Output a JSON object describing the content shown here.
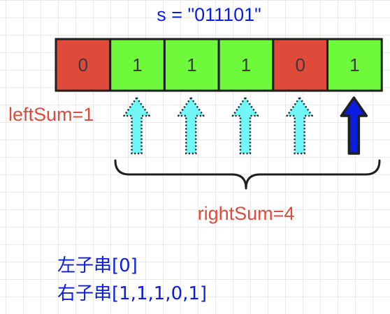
{
  "title": "s = \"011101\"",
  "cells": [
    {
      "value": "0",
      "color": "#e04a3b"
    },
    {
      "value": "1",
      "color": "#6ef93a"
    },
    {
      "value": "1",
      "color": "#6ef93a"
    },
    {
      "value": "1",
      "color": "#6ef93a"
    },
    {
      "value": "0",
      "color": "#e04a3b"
    },
    {
      "value": "1",
      "color": "#6ef93a"
    }
  ],
  "arrows": [
    {
      "style": "dotted",
      "color": "#72f7f9"
    },
    {
      "style": "dotted",
      "color": "#72f7f9"
    },
    {
      "style": "dotted",
      "color": "#72f7f9"
    },
    {
      "style": "dotted",
      "color": "#72f7f9"
    },
    {
      "style": "solid",
      "color": "#0b1de0"
    }
  ],
  "left_sum": "leftSum=1",
  "right_sum": "rightSum=4",
  "substrings": {
    "left": "左子串[0]",
    "right": "右子串[1,1,1,0,1]"
  },
  "colors": {
    "zero_cell": "#e04a3b",
    "one_cell": "#6ef93a",
    "title": "#0b1de0",
    "sum_label": "#e04a3b",
    "dotted_arrow_fill": "#72f7f9",
    "solid_arrow_fill": "#0b1de0"
  }
}
